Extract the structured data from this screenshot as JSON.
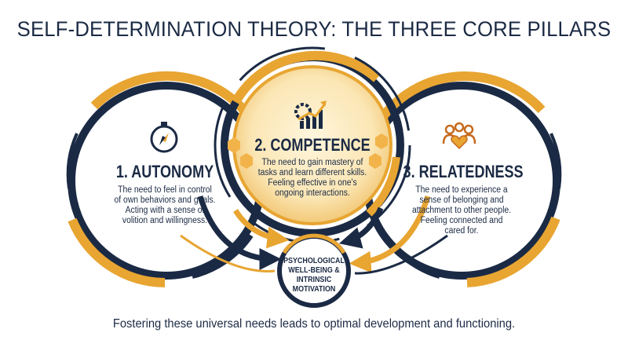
{
  "title": "SELF-DETERMINATION THEORY: THE THREE CORE PILLARS",
  "pillars": [
    {
      "title": "1. AUTONOMY",
      "icon": "compass-icon",
      "lines": [
        "The need to feel in control",
        "of own behaviors and goals.",
        "Acting with a sense of",
        "volition and willingness."
      ]
    },
    {
      "title": "2. COMPETENCE",
      "icon": "gear-growth-chart-icon",
      "lines": [
        "The need to gain mastery of",
        "tasks and learn different skills.",
        "Feeling effective in one's",
        "ongoing interactions."
      ]
    },
    {
      "title": "3. RELATEDNESS",
      "icon": "people-heart-icon",
      "lines": [
        "The need to experience a",
        "sense of belonging and",
        "attachment to other people.",
        "Feeling connected and",
        "cared for."
      ]
    }
  ],
  "center": {
    "lines": [
      "PSYCHOLOGICAL",
      "WELL-BEING &",
      "INTRINSIC",
      "MOTIVATION"
    ]
  },
  "footer": "Fostering these universal needs leads to optimal development and functioning.",
  "colors": {
    "navy": "#1b2a44",
    "gold": "#e8a532",
    "light_gold": "#f7dca0",
    "background": "#ffffff"
  }
}
